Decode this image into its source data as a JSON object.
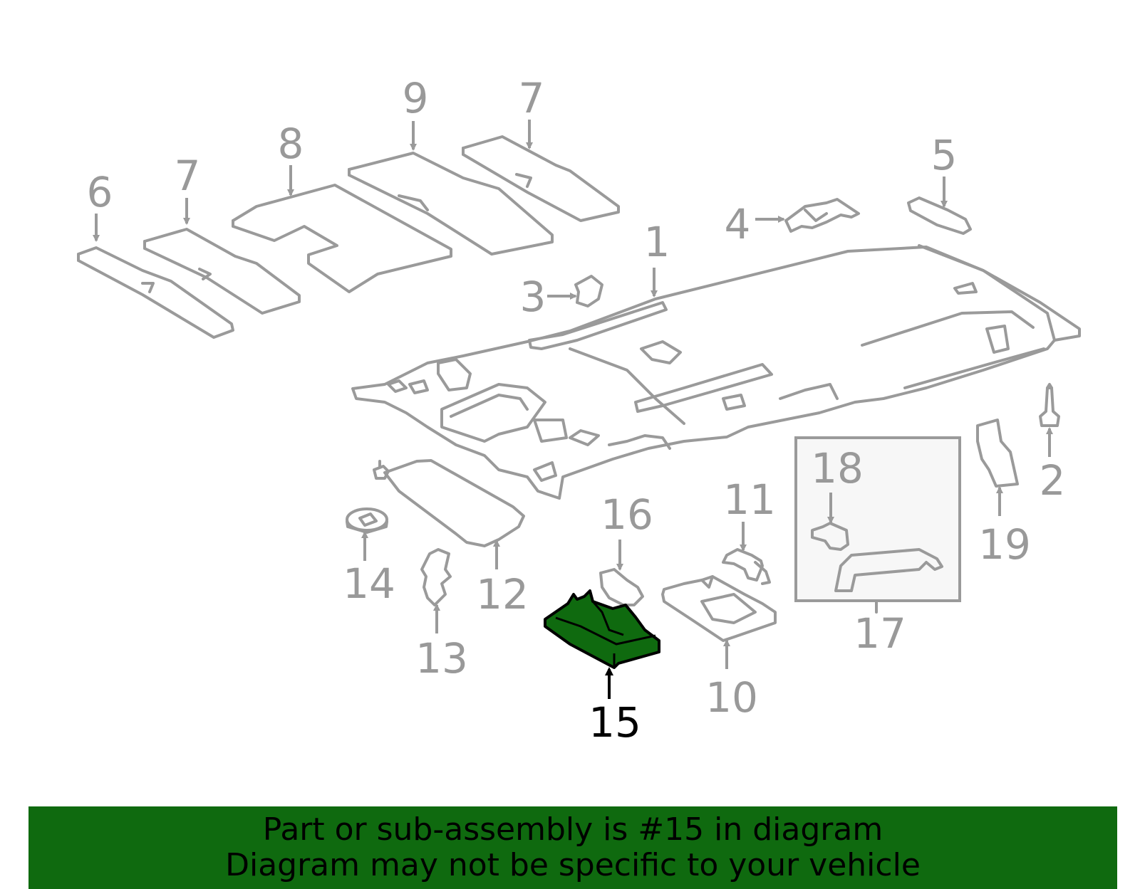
{
  "diagram": {
    "highlight_color": "#0f6a0f",
    "highlighted_part": "15",
    "callouts": [
      "1",
      "2",
      "3",
      "4",
      "5",
      "6",
      "7",
      "7",
      "8",
      "9",
      "10",
      "11",
      "12",
      "13",
      "14",
      "15",
      "16",
      "17",
      "18",
      "19"
    ]
  },
  "banner": {
    "line1": "Part or sub-assembly is #15 in diagram",
    "line2": "Diagram may not be specific to your vehicle",
    "color": "#0f6a0f"
  }
}
